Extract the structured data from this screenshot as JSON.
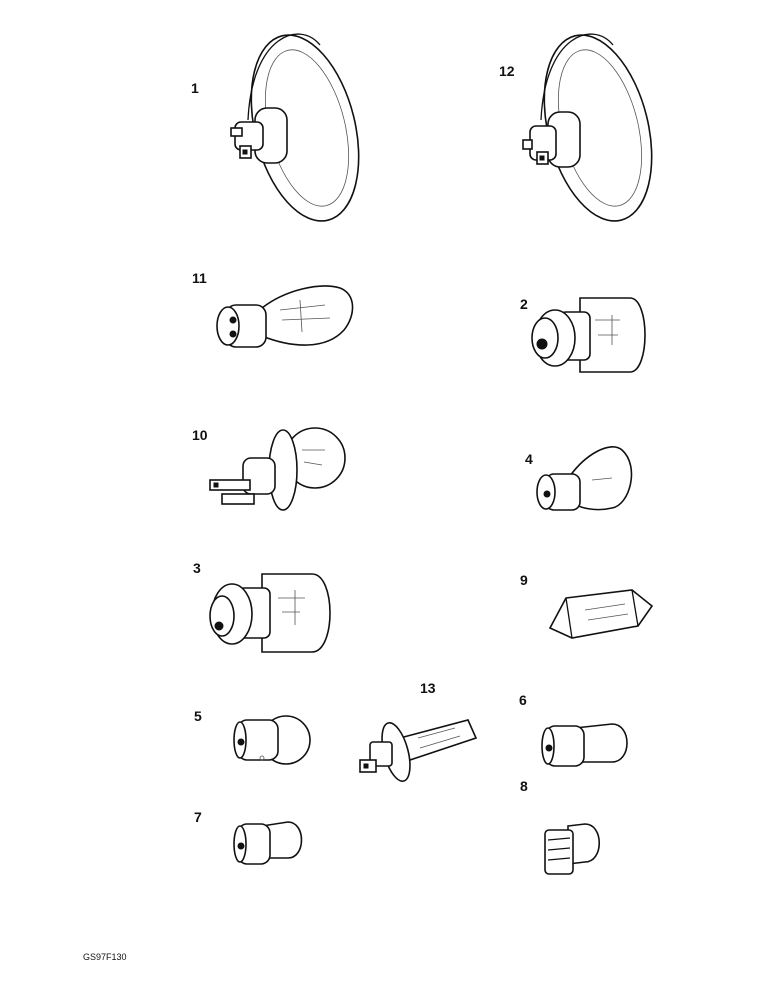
{
  "diagram": {
    "colors": {
      "ink": "#111111",
      "background": "#ffffff"
    },
    "parts": [
      {
        "id": "lamp-1",
        "label": "1",
        "kind": "sealed-beam"
      },
      {
        "id": "lamp-12",
        "label": "12",
        "kind": "sealed-beam"
      },
      {
        "id": "lamp-11",
        "label": "11",
        "kind": "bayonet-cap"
      },
      {
        "id": "lamp-2",
        "label": "2",
        "kind": "prefocus"
      },
      {
        "id": "lamp-10",
        "label": "10",
        "kind": "flanged-spade"
      },
      {
        "id": "lamp-4",
        "label": "4",
        "kind": "bayonet"
      },
      {
        "id": "lamp-3",
        "label": "3",
        "kind": "prefocus"
      },
      {
        "id": "lamp-9",
        "label": "9",
        "kind": "festoon"
      },
      {
        "id": "lamp-13",
        "label": "13",
        "kind": "halogen-h1"
      },
      {
        "id": "lamp-5",
        "label": "5",
        "kind": "bayonet"
      },
      {
        "id": "lamp-6",
        "label": "6",
        "kind": "bayonet"
      },
      {
        "id": "lamp-7",
        "label": "7",
        "kind": "bayonet"
      },
      {
        "id": "lamp-8",
        "label": "8",
        "kind": "wedge"
      }
    ],
    "figure_code": "GS97F130"
  }
}
